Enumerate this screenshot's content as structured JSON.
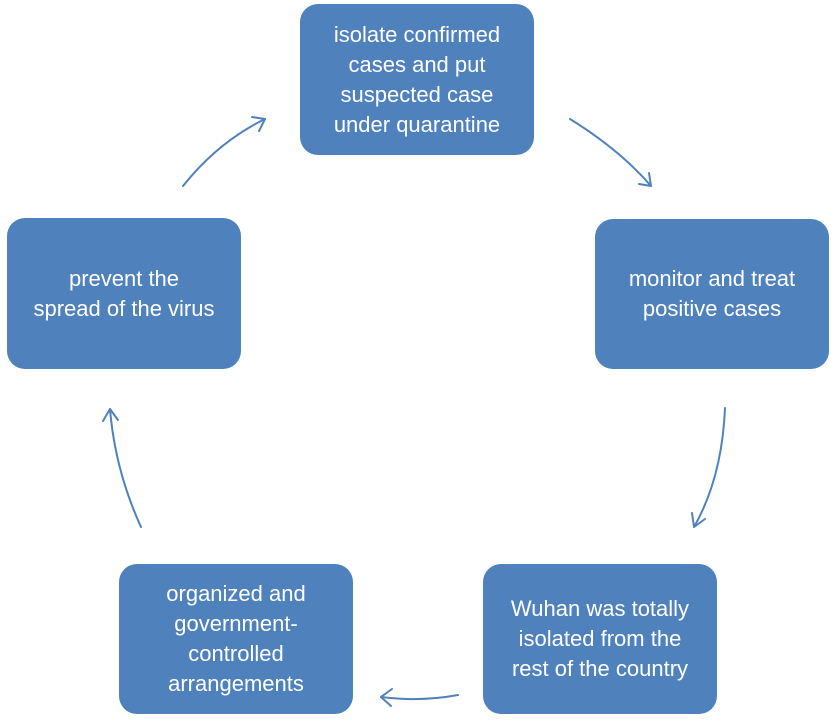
{
  "diagram": {
    "type": "cycle",
    "colors": {
      "node_fill": "#4f81bd",
      "node_text": "#ffffff",
      "arrow": "#4f81bd"
    },
    "nodes": [
      {
        "id": "top",
        "text": "isolate confirmed\ncases and put\nsuspected case\nunder quarantine"
      },
      {
        "id": "right",
        "text": "monitor and treat\npositive cases"
      },
      {
        "id": "bottom-right",
        "text": "Wuhan was totally\nisolated from the\nrest of the country"
      },
      {
        "id": "bottom-left",
        "text": "organized and\ngovernment-\ncontrolled\narrangements"
      },
      {
        "id": "left",
        "text": "prevent the\nspread of the virus"
      }
    ]
  }
}
